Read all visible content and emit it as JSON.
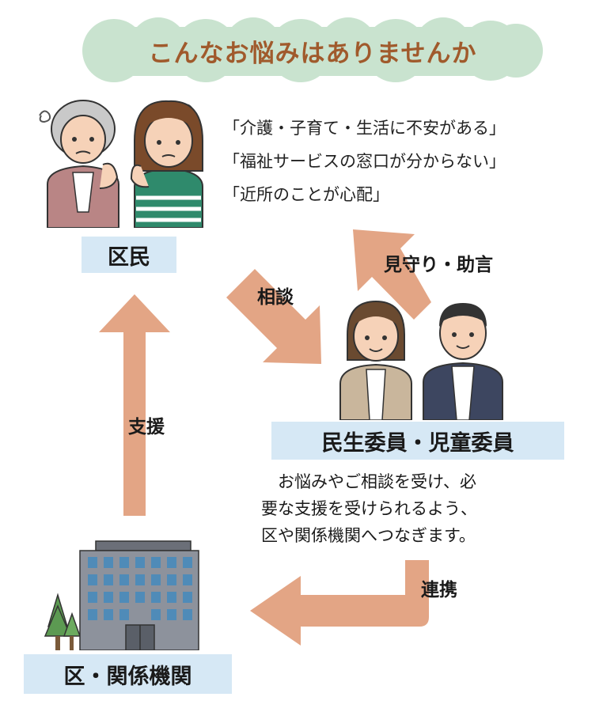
{
  "title": "こんなお悩みはありませんか",
  "quotes": [
    "「介護・子育て・生活に不安がある」",
    "「福祉サービスの窓口が分からない」",
    "「近所のことが心配」"
  ],
  "labels": {
    "residents": "区民",
    "commissioners": "民生委員・児童委員",
    "agencies": "区・関係機関"
  },
  "arrows": {
    "consult": "相談",
    "watch": "見守り・助言",
    "support": "支援",
    "link": "連携"
  },
  "description": [
    "　お悩みやご相談を受け、必",
    "要な支援を受けられるよう、",
    "区や関係機関へつなぎます。"
  ],
  "colors": {
    "cloud": "#c9e3cf",
    "title": "#a05a2c",
    "arrow": "#e3a585",
    "label_bg": "#d6e8f5"
  },
  "icons": [
    "worried-elderly-woman-icon",
    "worried-woman-icon",
    "commissioner-woman-icon",
    "commissioner-man-icon",
    "office-building-icon",
    "tree-icon"
  ]
}
